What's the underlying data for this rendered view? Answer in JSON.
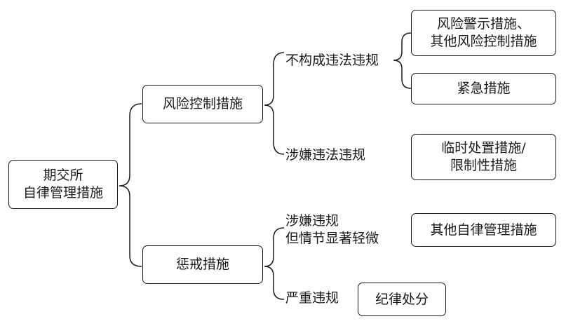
{
  "root": {
    "line1": "期交所",
    "line2": "自律管理措施"
  },
  "level1": {
    "risk": "风险控制措施",
    "punish": "惩戒措施"
  },
  "level2": {
    "no_violation": "不构成违法违规",
    "suspected_illegal": "涉嫌违法违规",
    "minor_line1": "涉嫌违规",
    "minor_line2": "但情节显著轻微",
    "serious": "严重违规"
  },
  "leaves": {
    "warning_line1": "风险警示措施、",
    "warning_line2": "其他风险控制措施",
    "emergency": "紧急措施",
    "temporary_line1": "临时处置措施/",
    "temporary_line2": "限制性措施",
    "other_self_reg": "其他自律管理措施",
    "discipline": "纪律处分"
  }
}
